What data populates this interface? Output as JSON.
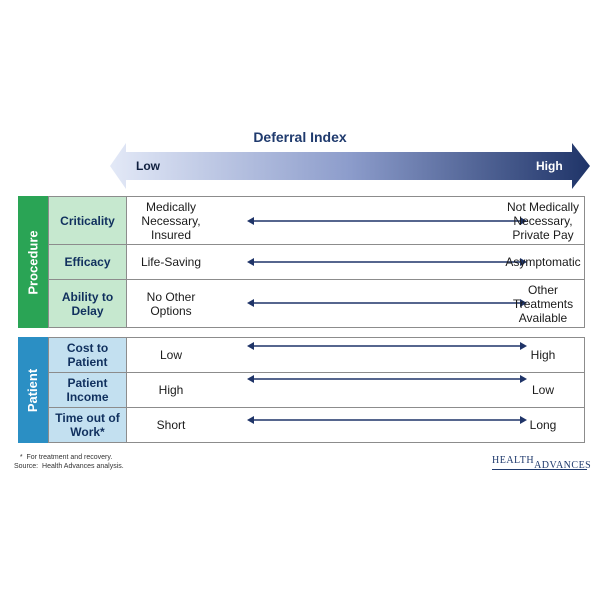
{
  "title": "Deferral Index",
  "arrow": {
    "low_label": "Low",
    "high_label": "High",
    "gradient_start": "#dfe6f6",
    "gradient_end": "#1f3468"
  },
  "groups": [
    {
      "label": "Procedure",
      "color": "#2aa455",
      "rows": [
        {
          "category": "Criticality",
          "low": "Medically Necessary, Insured",
          "high": "Not Medically Necessary, Private Pay"
        },
        {
          "category": "Efficacy",
          "low": "Life-Saving",
          "high": "Asymptomatic"
        },
        {
          "category": "Ability to Delay",
          "low": "No Other Options",
          "high": "Other Treatments Available"
        }
      ]
    },
    {
      "label": "Patient",
      "color": "#2b8fc4",
      "rows": [
        {
          "category": "Cost to Patient",
          "low": "Low",
          "high": "High"
        },
        {
          "category": "Patient Income",
          "low": "High",
          "high": "Low"
        },
        {
          "category": "Time out of Work*",
          "low": "Short",
          "high": "Long"
        }
      ]
    }
  ],
  "footnotes": [
    "   *  For treatment and recovery.",
    "Source:  Health Advances analysis."
  ],
  "logo": {
    "part1": "HEALTH",
    "part2": "ADVANCES"
  }
}
